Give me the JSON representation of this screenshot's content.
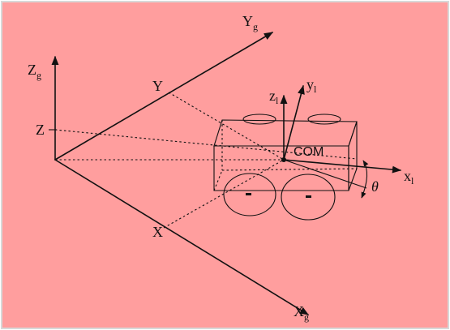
{
  "diagram": {
    "labels": {
      "Zg": {
        "main": "Z",
        "sub": "g"
      },
      "Yg": {
        "main": "Y",
        "sub": "g"
      },
      "Xg": {
        "main": "X",
        "sub": "g"
      },
      "Z": "Z",
      "Y": "Y",
      "X": "X",
      "zl": {
        "main": "z",
        "sub": "l"
      },
      "yl": {
        "main": "y",
        "sub": "l"
      },
      "xl": {
        "main": "x",
        "sub": "l"
      },
      "com": "COM",
      "theta": "θ"
    },
    "colors": {
      "background": "#ff9e9e",
      "ink": "#111111"
    }
  }
}
